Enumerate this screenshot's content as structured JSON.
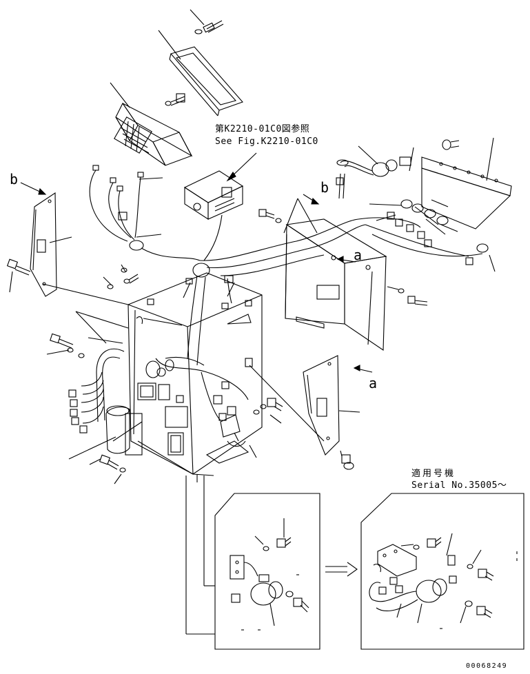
{
  "labels": {
    "reference_jp": "第K2210-01C0図参照",
    "reference_en": "See Fig.K2210-01C0",
    "view_b": "b",
    "view_a": "a",
    "serial_jp": "適用号機",
    "serial_en": "Serial No.35005〜",
    "document_number": "00068249"
  }
}
